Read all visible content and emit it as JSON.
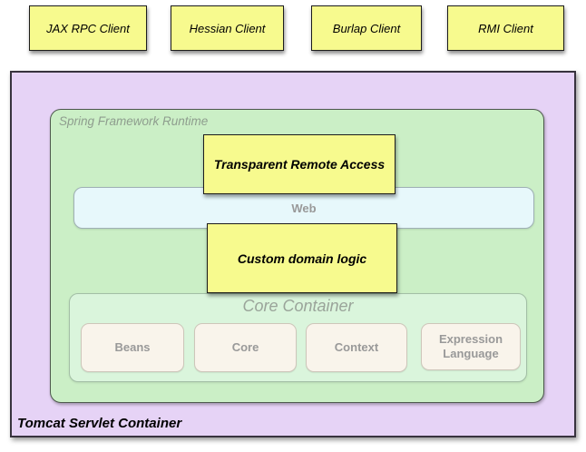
{
  "clients": [
    {
      "label": "JAX RPC Client"
    },
    {
      "label": "Hessian Client"
    },
    {
      "label": "Burlap Client"
    },
    {
      "label": "RMI Client"
    }
  ],
  "tomcat": {
    "label": "Tomcat Servlet Container"
  },
  "spring_runtime": {
    "label": "Spring Framework Runtime"
  },
  "remote_access": {
    "label": "Transparent Remote Access"
  },
  "web": {
    "label": "Web"
  },
  "domain_logic": {
    "label": "Custom domain logic"
  },
  "core_container": {
    "label": "Core Container",
    "modules": [
      {
        "label": "Beans"
      },
      {
        "label": "Core"
      },
      {
        "label": "Context"
      },
      {
        "label": "Expression Language"
      }
    ]
  },
  "colors": {
    "client_fill": "#f7fa8e",
    "container_fill": "#e6d3f6",
    "runtime_fill": "#cbefc6",
    "core_fill": "#daf5dc",
    "web_fill": "#e7f8fb",
    "module_fill": "#f9f4eb",
    "muted_text": "#999999"
  }
}
